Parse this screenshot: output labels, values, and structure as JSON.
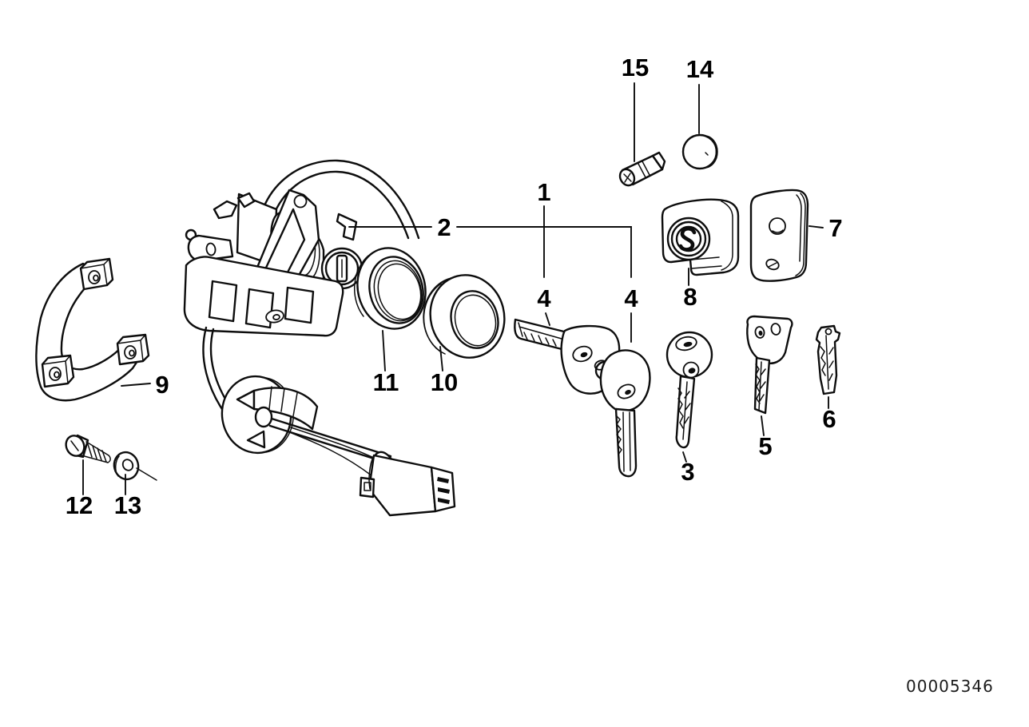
{
  "diagram": {
    "drawing_number": "00005346",
    "callouts": {
      "n1": "1",
      "n2": "2",
      "n3": "3",
      "n4_left": "4",
      "n4_right": "4",
      "n5": "5",
      "n6": "6",
      "n7": "7",
      "n8": "8",
      "n9": "9",
      "n10": "10",
      "n11": "11",
      "n12": "12",
      "n13": "13",
      "n14": "14",
      "n15": "15"
    }
  }
}
